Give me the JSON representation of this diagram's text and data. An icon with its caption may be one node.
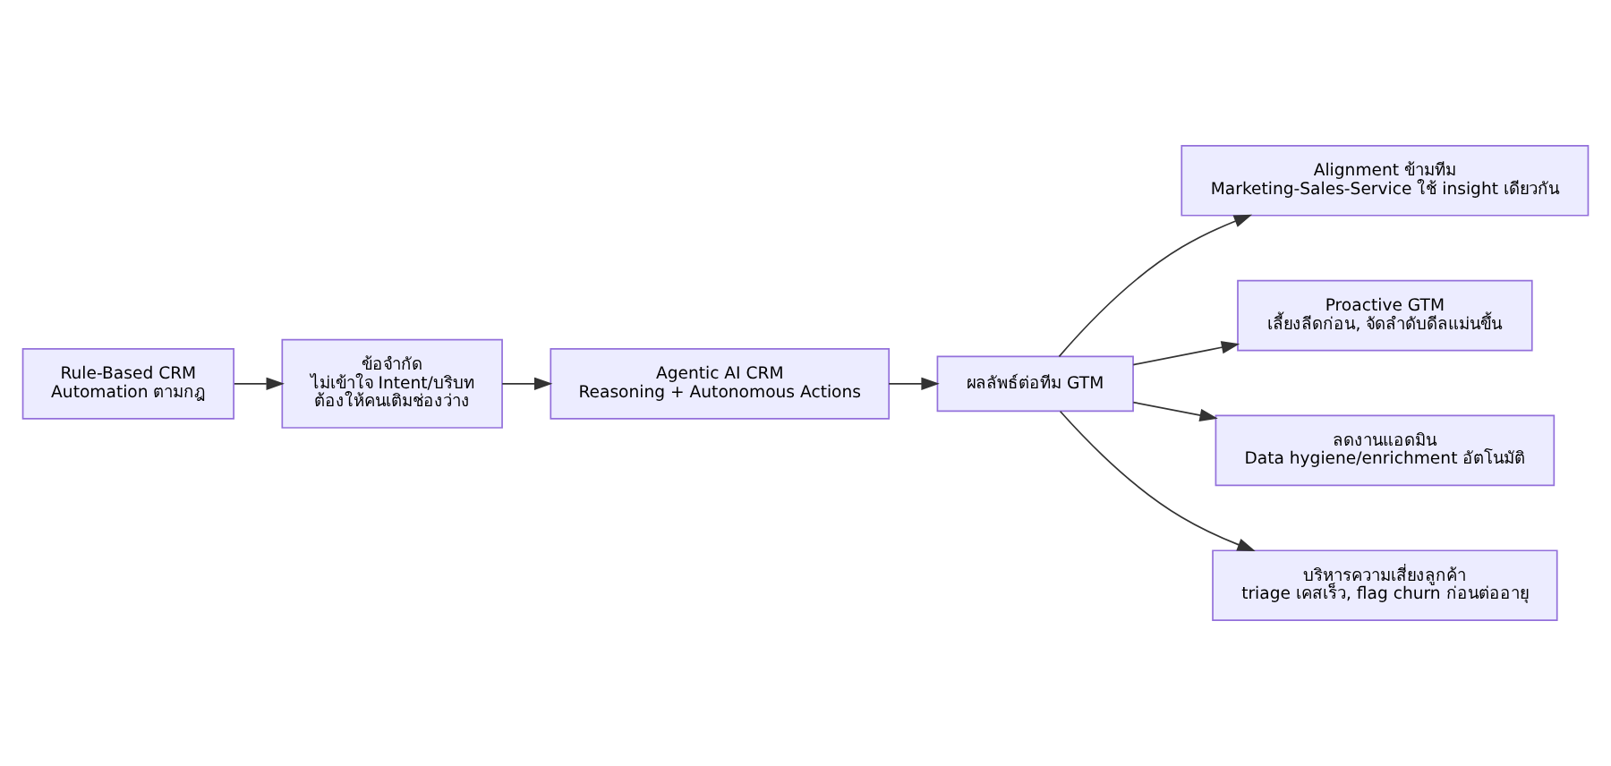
{
  "diagram": {
    "nodes": [
      {
        "text": [
          "Rule-Based CRM",
          "Automation ตามกฎ"
        ]
      },
      {
        "text": [
          "ข้อจำกัด",
          "ไม่เข้าใจ Intent/บริบท",
          "ต้องให้คนเติมช่องว่าง"
        ]
      },
      {
        "text": [
          "Agentic AI CRM",
          "Reasoning + Autonomous Actions"
        ]
      },
      {
        "text": [
          "ผลลัพธ์ต่อทีม GTM"
        ]
      },
      {
        "text": [
          "Alignment ข้ามทีม",
          "Marketing-Sales-Service ใช้ insight เดียวกัน"
        ]
      },
      {
        "text": [
          "Proactive GTM",
          "เลี้ยงลีดก่อน, จัดลำดับดีลแม่นขึ้น"
        ]
      },
      {
        "text": [
          "ลดงานแอดมิน",
          "Data hygiene/enrichment อัตโนมัติ"
        ]
      },
      {
        "text": [
          "บริหารความเสี่ยงลูกค้า",
          "triage เคสเร็ว, flag churn ก่อนต่ออายุ"
        ]
      }
    ],
    "edges": [
      {
        "from": 0,
        "to": 1,
        "arrow": "to"
      },
      {
        "from": 1,
        "to": 2,
        "arrow": "to"
      },
      {
        "from": 2,
        "to": 3,
        "arrow": "to"
      },
      {
        "from": 3,
        "to": 4,
        "arrow": "to"
      },
      {
        "from": 3,
        "to": 5,
        "arrow": "to"
      },
      {
        "from": 3,
        "to": 6,
        "arrow": "to"
      },
      {
        "from": 3,
        "to": 7,
        "arrow": "to"
      }
    ]
  }
}
